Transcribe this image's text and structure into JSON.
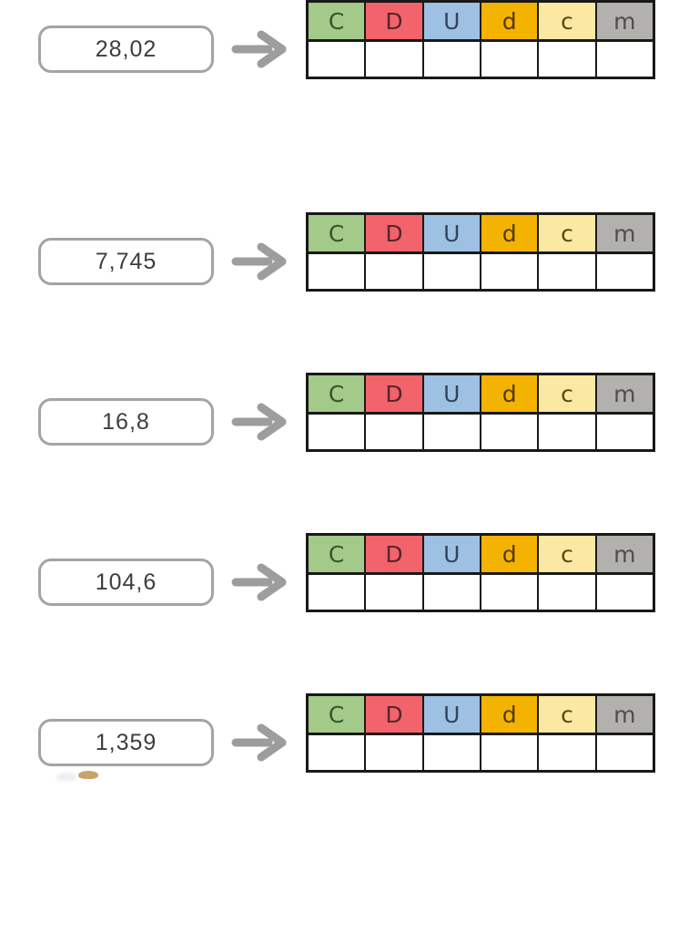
{
  "columns": [
    {
      "label": "C",
      "bg": "#a4ca89",
      "fg": "#33572f"
    },
    {
      "label": "D",
      "bg": "#f2636b",
      "fg": "#5b2428"
    },
    {
      "label": "U",
      "bg": "#9ec1e3",
      "fg": "#33455e"
    },
    {
      "label": "d",
      "bg": "#f5b301",
      "fg": "#4f3a0c"
    },
    {
      "label": "c",
      "bg": "#fbe9a3",
      "fg": "#594614"
    },
    {
      "label": "m",
      "bg": "#b2b1ae",
      "fg": "#4e4e4e"
    }
  ],
  "rows": [
    {
      "value": "7,745"
    },
    {
      "value": "16,8"
    },
    {
      "value": "104,6"
    },
    {
      "value": "1,359"
    },
    {
      "value": "28,02"
    }
  ],
  "arrow": {
    "color": "#9d9d9d"
  },
  "number_box": {
    "border_color": "#a4a4a4",
    "text_color": "#3d3d3d"
  },
  "table": {
    "border_color": "#191919",
    "cell_bg": "#ffffff"
  }
}
